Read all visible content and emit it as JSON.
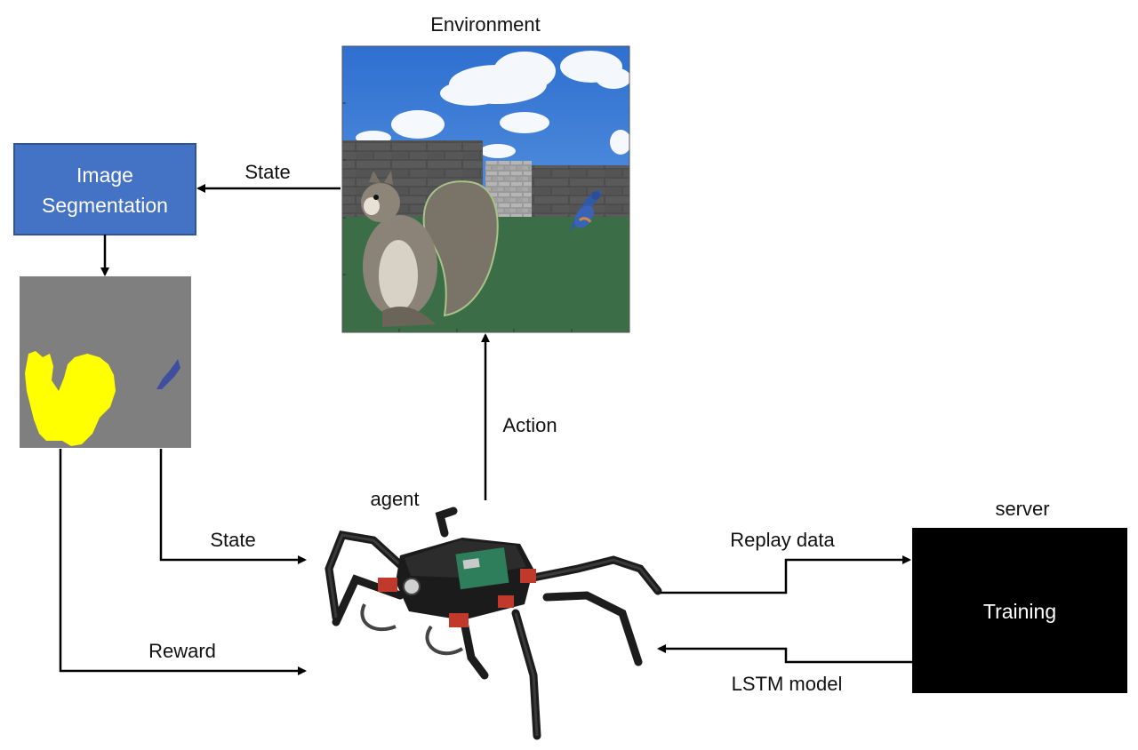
{
  "labels": {
    "environment": "Environment",
    "image_segmentation_line1": "Image",
    "image_segmentation_line2": "Segmentation",
    "state_top": "State",
    "state_bottom": "State",
    "action": "Action",
    "agent": "agent",
    "reward": "Reward",
    "replay_data": "Replay data",
    "lstm_model": "LSTM model",
    "server": "server",
    "training": "Training"
  },
  "colors": {
    "segmentation_box": "#4472C4",
    "segmentation_box_border": "#2F5597",
    "server_box": "#000000",
    "arrow": "#000000",
    "seg_background": "#7F7F7F",
    "seg_squirrel": "#FFFF00",
    "seg_bird": "#3F4FA0",
    "sky": "#3F7FD6",
    "grass": "#3B6E47",
    "wall": "#4A4A4A"
  },
  "icons": {
    "environment_image": "squirrel-bird-scene-image",
    "segmentation_image": "segmentation-mask-image",
    "agent_image": "hexapod-robot-image"
  }
}
